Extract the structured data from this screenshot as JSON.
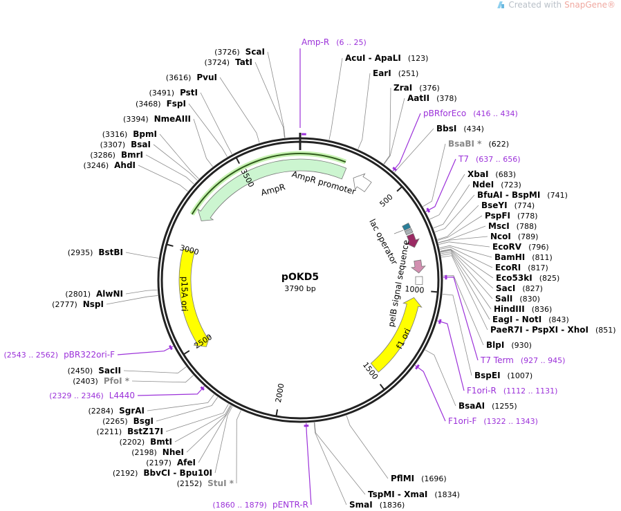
{
  "brand": {
    "prefix": "Created with",
    "name": "SnapGene",
    "suffix": "®"
  },
  "plasmid": {
    "name": "pOKD5",
    "length_label": "3790 bp",
    "length": 3790
  },
  "colors": {
    "ring": "#222222",
    "enzyme": "#000000",
    "enzyme_unique_star": "#888888",
    "primer": "#9b30d9",
    "leader": "#8a8a8a"
  },
  "ticks": [
    {
      "bp": 500,
      "label": "500"
    },
    {
      "bp": 1000,
      "label": "1000"
    },
    {
      "bp": 1500,
      "label": "1500"
    },
    {
      "bp": 2000,
      "label": "2000"
    },
    {
      "bp": 2500,
      "label": "2500"
    },
    {
      "bp": 3000,
      "label": "3000"
    },
    {
      "bp": 3500,
      "label": "3500"
    }
  ],
  "enzymes_right": [
    {
      "name": "AcuI  -  ApaLI",
      "pos": "(123)",
      "bp": 123
    },
    {
      "name": "EarI",
      "pos": "(251)",
      "bp": 251
    },
    {
      "name": "ZraI",
      "pos": "(376)",
      "bp": 376
    },
    {
      "name": "AatII",
      "pos": "(378)",
      "bp": 378
    },
    {
      "name": "BbsI",
      "pos": "(434)",
      "bp": 434
    },
    {
      "name": "BsaBI *",
      "pos": "(622)",
      "bp": 622,
      "gray": true
    },
    {
      "name": "XbaI",
      "pos": "(683)",
      "bp": 683
    },
    {
      "name": "NdeI",
      "pos": "(723)",
      "bp": 723
    },
    {
      "name": "BfuAI  -  BspMI",
      "pos": "(741)",
      "bp": 741
    },
    {
      "name": "BseYI",
      "pos": "(774)",
      "bp": 774
    },
    {
      "name": "PspFI",
      "pos": "(778)",
      "bp": 778
    },
    {
      "name": "MscI",
      "pos": "(788)",
      "bp": 788
    },
    {
      "name": "NcoI",
      "pos": "(789)",
      "bp": 789
    },
    {
      "name": "EcoRV",
      "pos": "(796)",
      "bp": 796
    },
    {
      "name": "BamHI",
      "pos": "(811)",
      "bp": 811
    },
    {
      "name": "EcoRI",
      "pos": "(817)",
      "bp": 817
    },
    {
      "name": "Eco53kI",
      "pos": "(825)",
      "bp": 825
    },
    {
      "name": "SacI",
      "pos": "(827)",
      "bp": 827
    },
    {
      "name": "SalI",
      "pos": "(830)",
      "bp": 830
    },
    {
      "name": "HindIII",
      "pos": "(836)",
      "bp": 836
    },
    {
      "name": "EagI  -  NotI",
      "pos": "(843)",
      "bp": 843
    },
    {
      "name": "PaeR7I  -  PspXI  -  XhoI",
      "pos": "(851)",
      "bp": 851
    },
    {
      "name": "BlpI",
      "pos": "(930)",
      "bp": 930
    },
    {
      "name": "BspEI",
      "pos": "(1007)",
      "bp": 1007
    },
    {
      "name": "BsaAI",
      "pos": "(1255)",
      "bp": 1255
    },
    {
      "name": "PflMI",
      "pos": "(1696)",
      "bp": 1696
    },
    {
      "name": "TspMI  -  XmaI",
      "pos": "(1834)",
      "bp": 1834
    },
    {
      "name": "SmaI",
      "pos": "(1836)",
      "bp": 1836
    }
  ],
  "enzymes_left": [
    {
      "name": "ScaI",
      "pos": "(3726)",
      "bp": 3726
    },
    {
      "name": "TatI",
      "pos": "(3724)",
      "bp": 3724
    },
    {
      "name": "PvuI",
      "pos": "(3616)",
      "bp": 3616
    },
    {
      "name": "PstI",
      "pos": "(3491)",
      "bp": 3491
    },
    {
      "name": "FspI",
      "pos": "(3468)",
      "bp": 3468
    },
    {
      "name": "NmeAIII",
      "pos": "(3394)",
      "bp": 3394
    },
    {
      "name": "BpmI",
      "pos": "(3316)",
      "bp": 3316
    },
    {
      "name": "BsaI",
      "pos": "(3307)",
      "bp": 3307
    },
    {
      "name": "BmrI",
      "pos": "(3286)",
      "bp": 3286
    },
    {
      "name": "AhdI",
      "pos": "(3246)",
      "bp": 3246
    },
    {
      "name": "BstBI",
      "pos": "(2935)",
      "bp": 2935
    },
    {
      "name": "AlwNI",
      "pos": "(2801)",
      "bp": 2801
    },
    {
      "name": "NspI",
      "pos": "(2777)",
      "bp": 2777
    },
    {
      "name": "SacII",
      "pos": "(2450)",
      "bp": 2450
    },
    {
      "name": "PfoI *",
      "pos": "(2403)",
      "bp": 2403,
      "gray": true
    },
    {
      "name": "SgrAI",
      "pos": "(2284)",
      "bp": 2284
    },
    {
      "name": "BsgI",
      "pos": "(2265)",
      "bp": 2265
    },
    {
      "name": "BstZ17I",
      "pos": "(2211)",
      "bp": 2211
    },
    {
      "name": "BmtI",
      "pos": "(2202)",
      "bp": 2202
    },
    {
      "name": "NheI",
      "pos": "(2198)",
      "bp": 2198
    },
    {
      "name": "AfeI",
      "pos": "(2197)",
      "bp": 2197
    },
    {
      "name": "BbvCI  -  Bpu10I",
      "pos": "(2192)",
      "bp": 2192
    },
    {
      "name": "StuI *",
      "pos": "(2152)",
      "bp": 2152,
      "gray": true
    }
  ],
  "primers_right": [
    {
      "name": "Amp-R",
      "pos": "(6 .. 25)",
      "start": 6,
      "end": 25
    },
    {
      "name": "pBRforEco",
      "pos": "(416 .. 434)",
      "start": 416,
      "end": 434
    },
    {
      "name": "T7",
      "pos": "(637 .. 656)",
      "start": 637,
      "end": 656
    },
    {
      "name": "T7 Term",
      "pos": "(927 .. 945)",
      "start": 927,
      "end": 945
    },
    {
      "name": "F1ori-R",
      "pos": "(1112 .. 1131)",
      "start": 1112,
      "end": 1131
    },
    {
      "name": "F1ori-F",
      "pos": "(1322 .. 1343)",
      "start": 1322,
      "end": 1343
    }
  ],
  "primers_left": [
    {
      "name": "pENTR-R",
      "pos": "(1860 .. 1879)",
      "start": 1860,
      "end": 1879
    },
    {
      "name": "pBR322ori-F",
      "pos": "(2543 .. 2562)",
      "start": 2543,
      "end": 2562
    },
    {
      "name": "L4440",
      "pos": "(2329 .. 2346)",
      "start": 2329,
      "end": 2346
    }
  ],
  "features": [
    {
      "name": "AmpR",
      "start": 3168,
      "end": 236,
      "strand": -1,
      "color": "#ccf5d0",
      "show_label": true
    },
    {
      "name": "AmpR promoter",
      "start": 290,
      "end": 380,
      "strand": -1,
      "color": "#ffffff",
      "show_label": true
    },
    {
      "name": "p15A ori",
      "start": 2470,
      "end": 3000,
      "strand": -1,
      "color": "#ffff00",
      "show_label": true
    },
    {
      "name": "f1 ori",
      "start": 1040,
      "end": 1470,
      "strand": -1,
      "color": "#ffff00",
      "show_label": true
    },
    {
      "name": "lac operator",
      "start": 655,
      "end": 680,
      "strand": 0,
      "color": "#2a7f99",
      "show_label": true
    },
    {
      "name": "",
      "start": 685,
      "end": 705,
      "strand": 0,
      "color": "#a9b2b6"
    },
    {
      "name": "",
      "start": 712,
      "end": 780,
      "strand": 1,
      "color": "#9a2a63"
    },
    {
      "name": "pelB signal sequence",
      "start": 848,
      "end": 912,
      "strand": 1,
      "color": "#d28fb0",
      "show_label": true
    },
    {
      "name": "",
      "start": 930,
      "end": 970,
      "strand": 0,
      "color": "#ffffff"
    }
  ]
}
